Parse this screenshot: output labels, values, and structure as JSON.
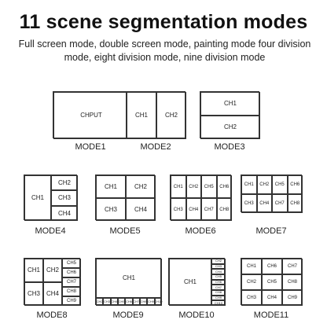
{
  "title": "11 scene segmentation modes",
  "subtitle": "Full screen mode, double screen mode, painting mode four division mode, eight division mode, nine division mode",
  "modes": [
    {
      "label": "MODE1",
      "cells": [
        "CHPUT"
      ]
    },
    {
      "label": "MODE2",
      "cells": [
        "CH1",
        "CH2"
      ]
    },
    {
      "label": "MODE3",
      "cells": [
        "CH1",
        "CH2"
      ]
    },
    {
      "label": "MODE4",
      "cells": [
        "CH1",
        "CH2",
        "CH3",
        "CH4"
      ]
    },
    {
      "label": "MODE5",
      "cells": [
        "CH1",
        "CH2",
        "CH3",
        "CH4"
      ]
    },
    {
      "label": "MODE6",
      "cells": [
        "CH1",
        "CH2",
        "CH5",
        "CH6",
        "CH3",
        "CH4",
        "CH7",
        "CH8"
      ]
    },
    {
      "label": "MODE7",
      "cells": [
        "CH1",
        "CH2",
        "CH5",
        "CH6",
        "CH3",
        "CH4",
        "CH7",
        "CH8"
      ]
    },
    {
      "label": "MODE8",
      "cells": [
        "CH1",
        "CH2",
        "CH3",
        "CH4",
        "CH5",
        "CH6",
        "CH7",
        "CH8",
        "CH9"
      ]
    },
    {
      "label": "MODE9",
      "cells": [
        "CH1",
        "CH2",
        "CH3",
        "CH4",
        "CH5",
        "CH6",
        "CH7",
        "CH8",
        "CH9",
        "CH10"
      ]
    },
    {
      "label": "MODE10",
      "cells": [
        "CH1",
        "CH2",
        "CH3",
        "CH4",
        "CH5",
        "CH6",
        "CH7",
        "CH8",
        "CH9",
        "CH10"
      ]
    },
    {
      "label": "MODE11",
      "cells": [
        "CH1",
        "CH6",
        "CH7",
        "CH2",
        "CH5",
        "CH8",
        "CH3",
        "CH4",
        "CH9"
      ]
    }
  ]
}
